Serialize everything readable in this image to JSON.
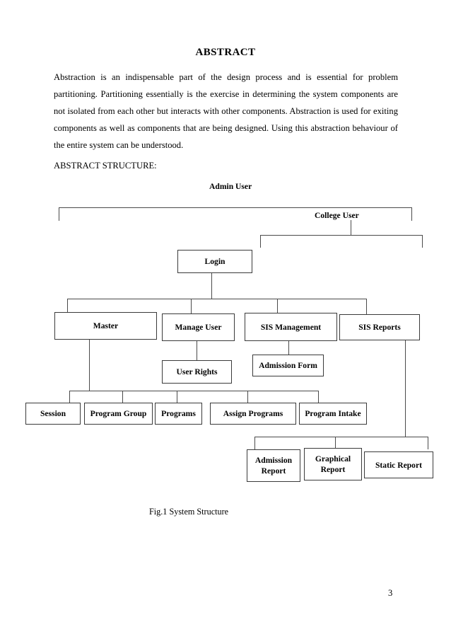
{
  "document": {
    "title": "ABSTRACT",
    "abstract_paragraph": "Abstraction is an indispensable part of the design process and is essential for problem partitioning. Partitioning essentially is the exercise in determining the system components are not isolated from each other but interacts with other components. Abstraction is used for exiting components as well as components that are being designed. Using this abstraction behaviour of the entire system can be understood.",
    "structure_label": "ABSTRACT STRUCTURE:",
    "figure_caption": "Fig.1 System Structure",
    "page_number": "3"
  },
  "diagram": {
    "name": "system-structure-org-chart",
    "root_labels": [
      {
        "id": "admin-user",
        "text": "Admin User"
      },
      {
        "id": "college-user",
        "text": "College User"
      }
    ],
    "nodes": [
      {
        "id": "login",
        "text": "Login"
      },
      {
        "id": "master",
        "text": "Master"
      },
      {
        "id": "manage-user",
        "text": "Manage User"
      },
      {
        "id": "sis-management",
        "text": "SIS Management"
      },
      {
        "id": "sis-reports",
        "text": "SIS Reports"
      },
      {
        "id": "user-rights",
        "text": "User Rights"
      },
      {
        "id": "admission-form",
        "text": "Admission Form"
      },
      {
        "id": "session",
        "text": "Session"
      },
      {
        "id": "program-group",
        "text": "Program Group"
      },
      {
        "id": "programs",
        "text": "Programs"
      },
      {
        "id": "assign-programs",
        "text": "Assign Programs"
      },
      {
        "id": "program-intake",
        "text": "Program Intake"
      },
      {
        "id": "admission-report",
        "text": "Admission Report"
      },
      {
        "id": "graphical-report",
        "text": "Graphical Report"
      },
      {
        "id": "static-report",
        "text": "Static Report"
      }
    ]
  }
}
